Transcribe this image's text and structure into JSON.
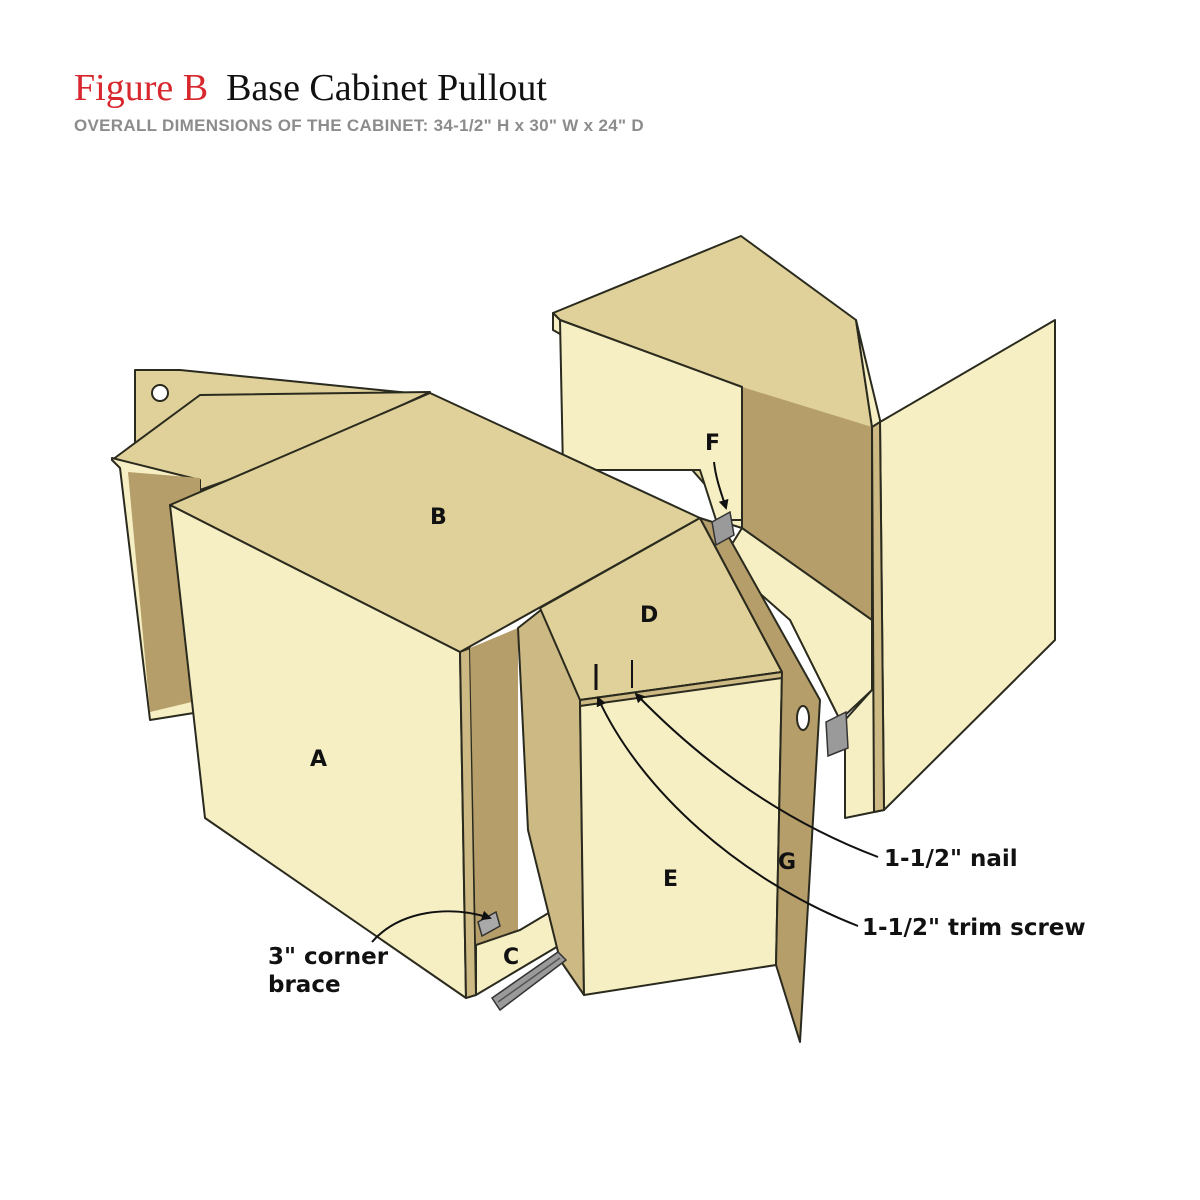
{
  "header": {
    "figure_label": "Figure B",
    "title": "Base Cabinet Pullout",
    "subtitle": "OVERALL DIMENSIONS OF THE CABINET: 34-1/2\" H x 30\" W x 24\" D"
  },
  "parts": {
    "A": "A",
    "B": "B",
    "C": "C",
    "D": "D",
    "E": "E",
    "F": "F",
    "G": "G"
  },
  "callouts": {
    "nail": "1-1/2\" nail",
    "trim_screw": "1-1/2\" trim screw",
    "corner_brace_line1": "3\" corner",
    "corner_brace_line2": "brace"
  },
  "colors": {
    "title_red": "#d8282e",
    "subtitle_gray": "#8c8c8c",
    "panel_light": "#f6efc4",
    "panel_top": "#dfd199",
    "panel_shadow": "#b59e69",
    "panel_mid": "#cdb984",
    "outline": "#2a2a1e"
  }
}
